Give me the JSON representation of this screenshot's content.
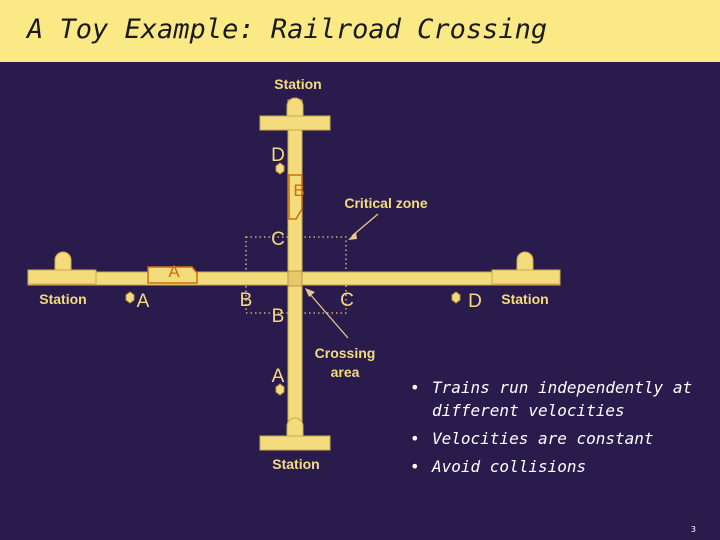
{
  "slide": {
    "title": "A Toy Example: Railroad Crossing",
    "page_number": "3"
  },
  "diagram": {
    "stations": {
      "top": "Station",
      "bottom": "Station",
      "left": "Station",
      "right": "Station"
    },
    "markers": {
      "top_d": "D",
      "top_b": "B",
      "top_c": "C",
      "bottom_b": "B",
      "bottom_a": "A",
      "left_a_train": "A",
      "left_a": "A",
      "left_b": "B",
      "right_c": "C",
      "right_d": "D"
    },
    "labels": {
      "critical_zone": "Critical zone",
      "crossing_area_line1": "Crossing",
      "crossing_area_line2": "area"
    }
  },
  "bullets": [
    "Trains run independently at different velocities",
    "Velocities are constant",
    "Avoid collisions"
  ]
}
